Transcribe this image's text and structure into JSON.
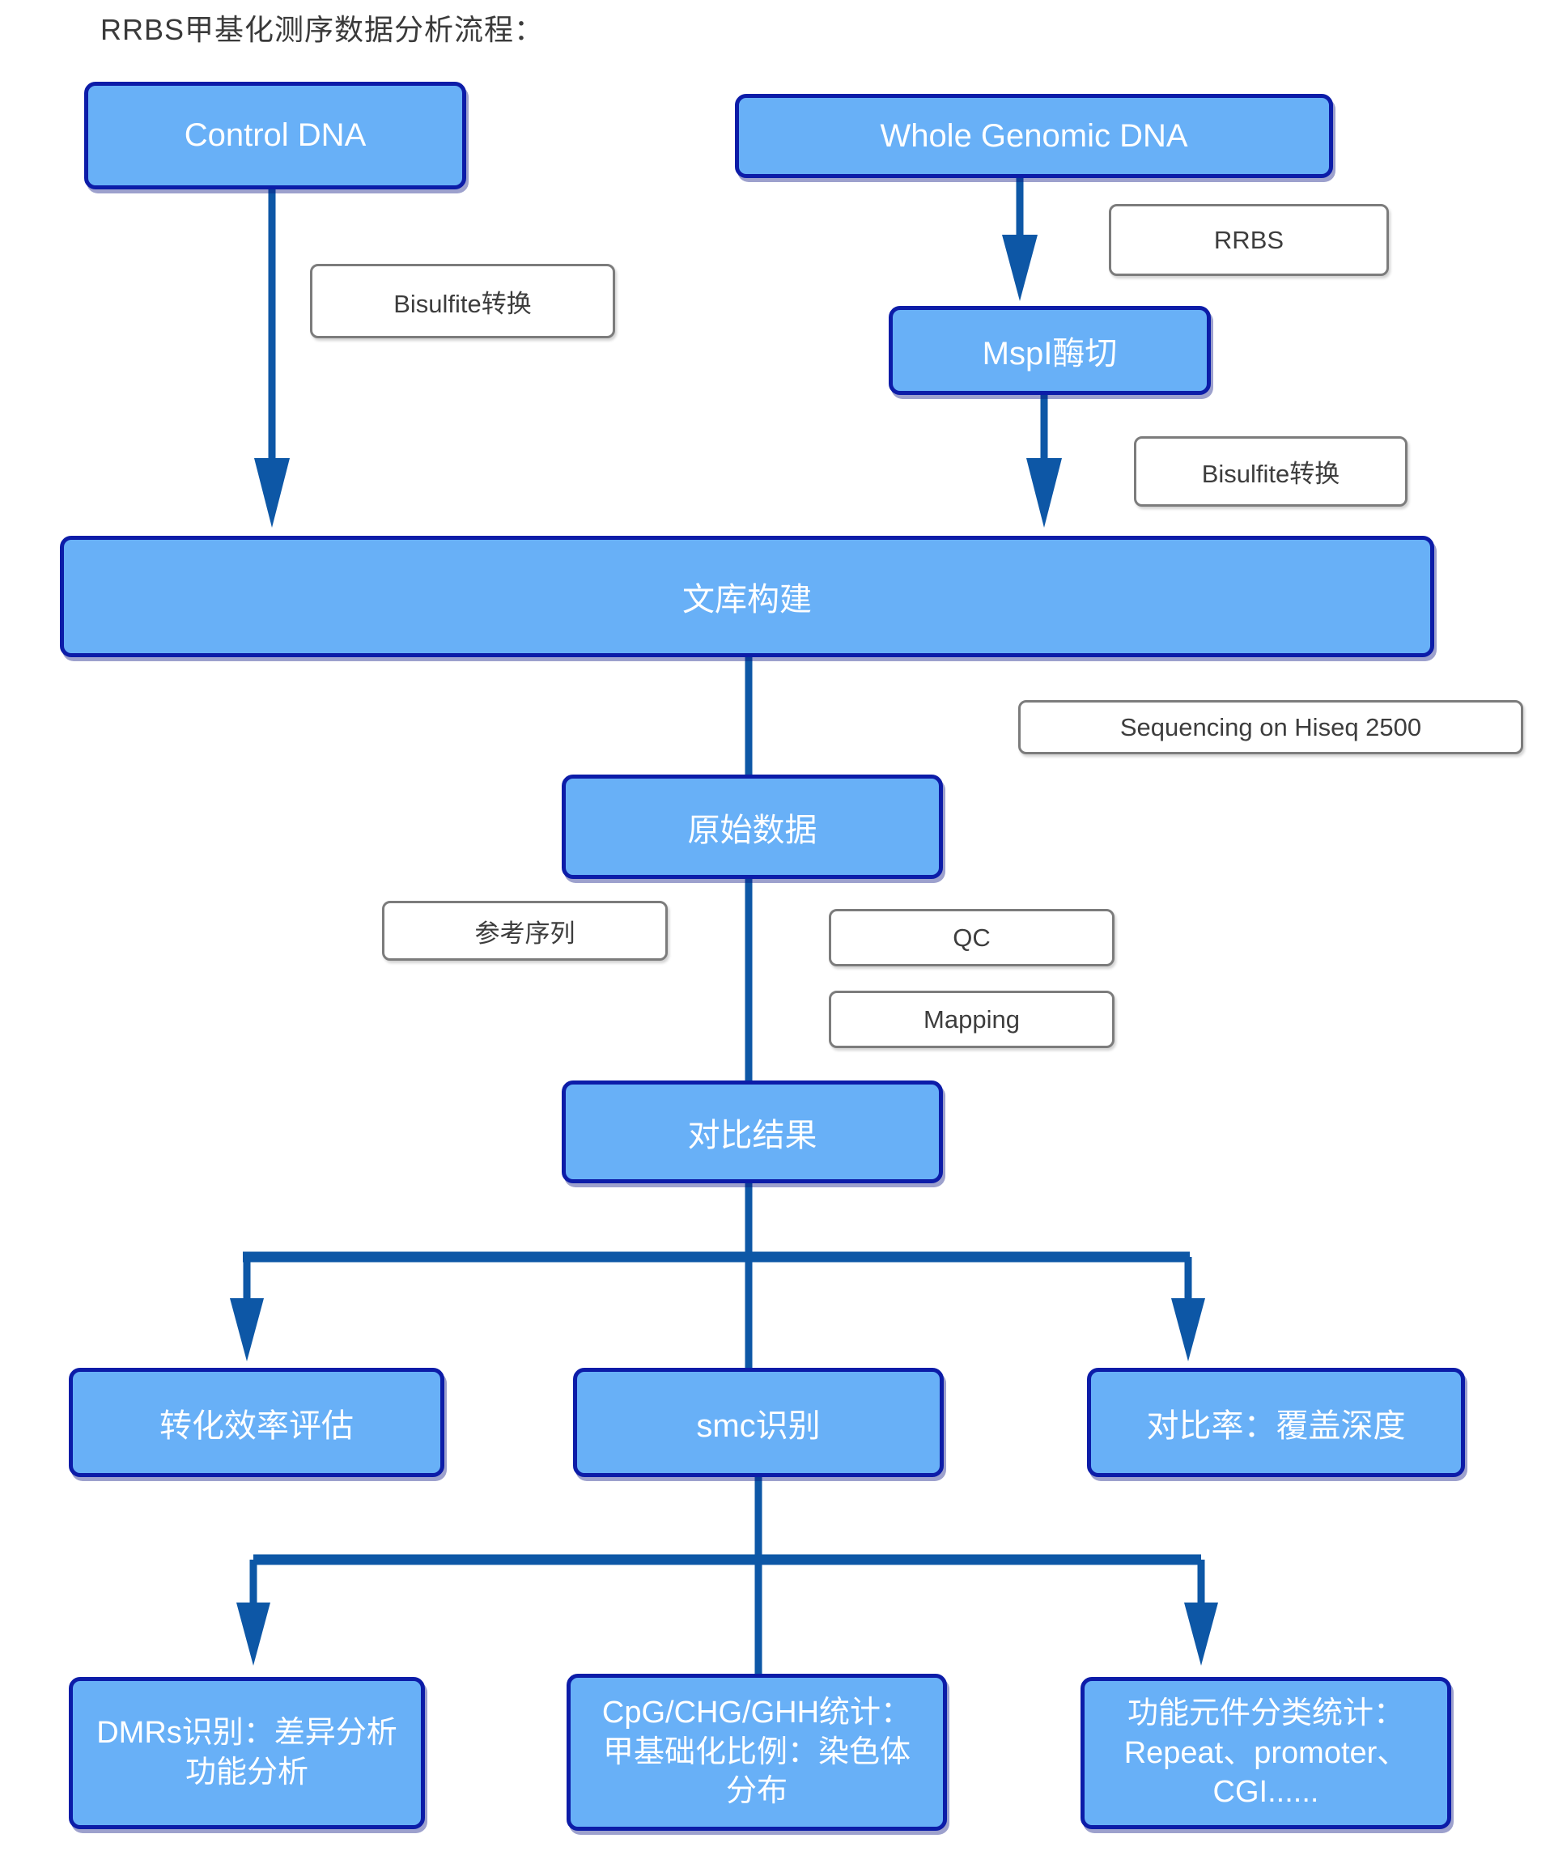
{
  "title": "RRBS甲基化测序数据分析流程：",
  "nodes": {
    "control_dna": "Control DNA",
    "whole_genomic_dna": "Whole Genomic DNA",
    "rrbs": "RRBS",
    "bisulfite_left": "Bisulfite转换",
    "mspi": "MspI酶切",
    "bisulfite_right": "Bisulfite转换",
    "library": "文库构建",
    "sequencing": "Sequencing on Hiseq 2500",
    "raw_data": "原始数据",
    "reference": "参考序列",
    "qc": "QC",
    "mapping": "Mapping",
    "align_result": "对比结果",
    "conversion_eval": "转化效率评估",
    "smc": "smc识别",
    "align_rate": "对比率：覆盖深度",
    "dmrs": "DMRs识别：差异分析\n功能分析",
    "cpg_stats": "CpG/CHG/GHH统计：\n甲基础化比例：染色体\n分布",
    "functional": "功能元件分类统计：\nRepeat、promoter、\nCGI......"
  },
  "colors": {
    "node_fill": "#68B0F7",
    "node_border": "#0C1CA8",
    "connector": "#0D57A6",
    "label_border": "#7C7C7C",
    "label_text": "#3D3D3D",
    "title_text": "#3A3A3A"
  }
}
